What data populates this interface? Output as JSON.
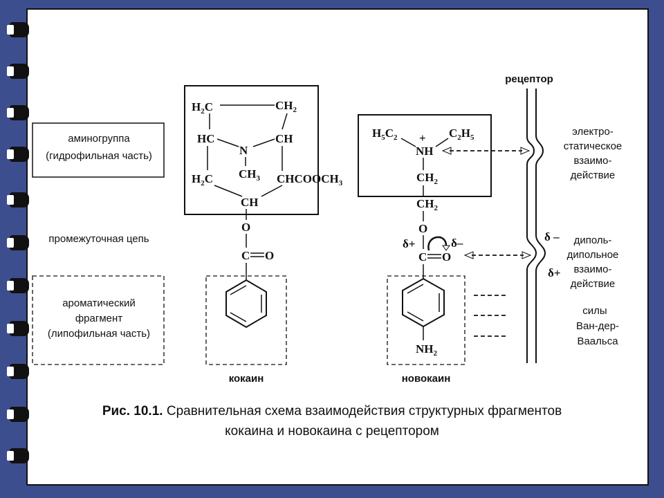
{
  "labels": {
    "aminogroup_line1": "аминогруппа",
    "aminogroup_line2": "(гидрофильная часть)",
    "intermediate_chain": "промежуточная цепь",
    "aromatic_line1": "ароматический",
    "aromatic_line2": "фрагмент",
    "aromatic_line3": "(липофильная часть)",
    "cocaine": "кокаин",
    "novocaine": "новокаин",
    "receptor": "рецептор",
    "electrostatic_1": "электро-",
    "electrostatic_2": "статическое",
    "electrostatic_3": "взаимо-",
    "electrostatic_4": "действие",
    "dipole_1": "диполь-",
    "dipole_2": "дипольное",
    "dipole_3": "взаимо-",
    "dipole_4": "действие",
    "vdw_1": "силы",
    "vdw_2": "Ван-дер-",
    "vdw_3": "Ваальса"
  },
  "cocaine_atoms": {
    "h2c_top": "H",
    "h2c_top_sub": "2",
    "h2c_top_c": "C",
    "ch2_top": "CH",
    "ch2_top_sub": "2",
    "hc": "HC",
    "n": "N",
    "ch_right": "CH",
    "ch3": "CH",
    "ch3_sub": "3",
    "h2c_bottom": "H",
    "h2c_bottom_sub": "2",
    "h2c_bottom_c": "C",
    "chcooch3": "CHCOOCH",
    "chcooch3_sub": "3",
    "ch_bottom": "CH",
    "o": "O",
    "c": "C",
    "o_carbonyl": "O"
  },
  "novocaine_atoms": {
    "h5c2": "H",
    "h5c2_sub": "5",
    "h5c2_c": "C",
    "h5c2_sub2": "2",
    "plus": "+",
    "nh": "NH",
    "c2h5": "C",
    "c2h5_sub": "2",
    "c2h5_h": "H",
    "c2h5_sub2": "5",
    "ch2_a": "CH",
    "ch2_a_sub": "2",
    "ch2_b": "CH",
    "ch2_b_sub": "2",
    "o": "O",
    "delta_plus": "δ+",
    "delta_minus": "δ–",
    "c": "C",
    "o_carbonyl": "O",
    "nh2": "NH",
    "nh2_sub": "2"
  },
  "receptor_marks": {
    "delta_minus": "δ –",
    "delta_plus": "δ+"
  },
  "caption": {
    "prefix": "Рис. 10.1.",
    "line1": "Сравнительная схема взаимодействия структурных фрагментов",
    "line2": "кокаина и новокаина с рецептором"
  }
}
